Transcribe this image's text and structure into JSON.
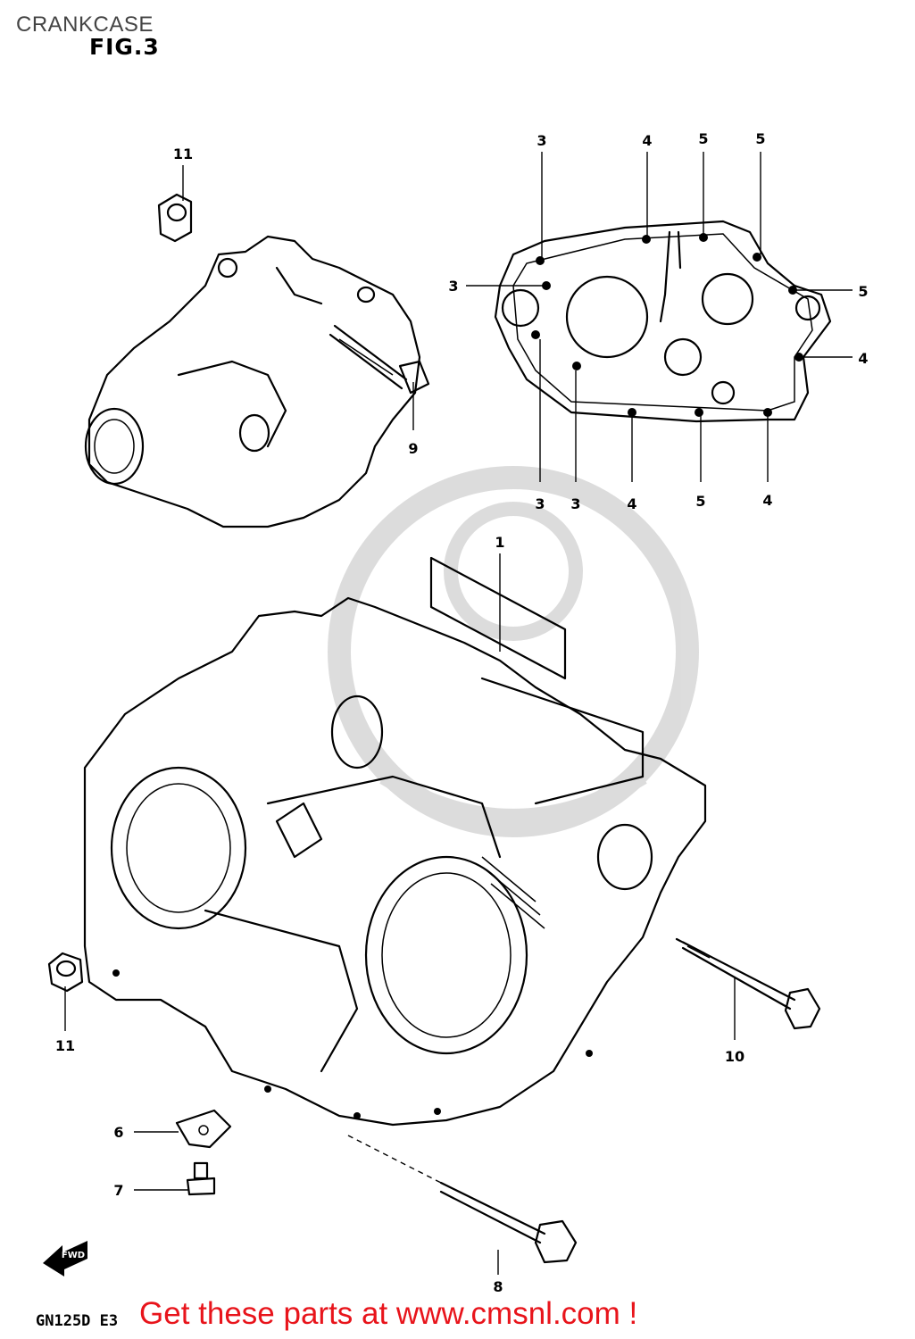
{
  "header": {
    "page_title": "CRANKCASE",
    "figure_label": "FIG.3"
  },
  "footer": {
    "model_code": "GN125D E3",
    "promo_link_text": "Get these parts at www.cmsnl.com !"
  },
  "fwd_label": "FWD",
  "colors": {
    "promo_link": "#e8141b",
    "line_art": "#000000",
    "watermark": "#d9d9d9"
  },
  "callouts": {
    "c1": "1",
    "c3a": "3",
    "c3b": "3",
    "c3c": "3",
    "c3d": "3",
    "c4a": "4",
    "c4b": "4",
    "c4c": "4",
    "c4d": "4",
    "c5a": "5",
    "c5b": "5",
    "c5c": "5",
    "c5d": "5",
    "c6": "6",
    "c7": "7",
    "c8": "8",
    "c9": "9",
    "c10": "10",
    "c11a": "11",
    "c11b": "11"
  }
}
